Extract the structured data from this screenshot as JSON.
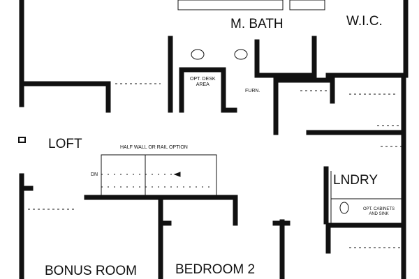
{
  "rooms": {
    "master_bath": "M. BATH",
    "walk_in_closet": "W.I.C.",
    "loft": "LOFT",
    "laundry": "LNDRY",
    "bonus_room": "BONUS ROOM",
    "bedroom_2": "BEDROOM 2"
  },
  "notes": {
    "desk_line1": "OPT. DESK",
    "desk_line2": "AREA",
    "furnace": "FURN.",
    "half_wall": "HALF WALL OR RAIL OPTION",
    "stair_down": "DN",
    "cabinets_line1": "OPT. CABINETS",
    "cabinets_line2": "AND SINK"
  },
  "colors": {
    "wall": "#111111",
    "background": "#ffffff"
  }
}
